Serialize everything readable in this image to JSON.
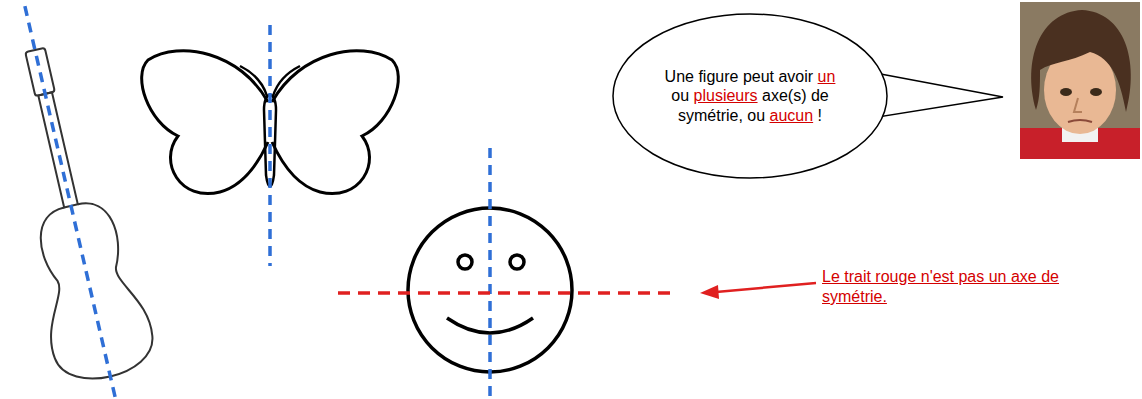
{
  "diagram": {
    "nodes": [
      {
        "text": [
          "Une figure peut avoir",
          "un",
          "ou",
          "plusieurs",
          "axe(s) de symétrie, ou",
          "aucun",
          "!"
        ]
      }
    ],
    "labels": [
      "Le trait rouge n'est pas un axe de symétrie."
    ]
  }
}
